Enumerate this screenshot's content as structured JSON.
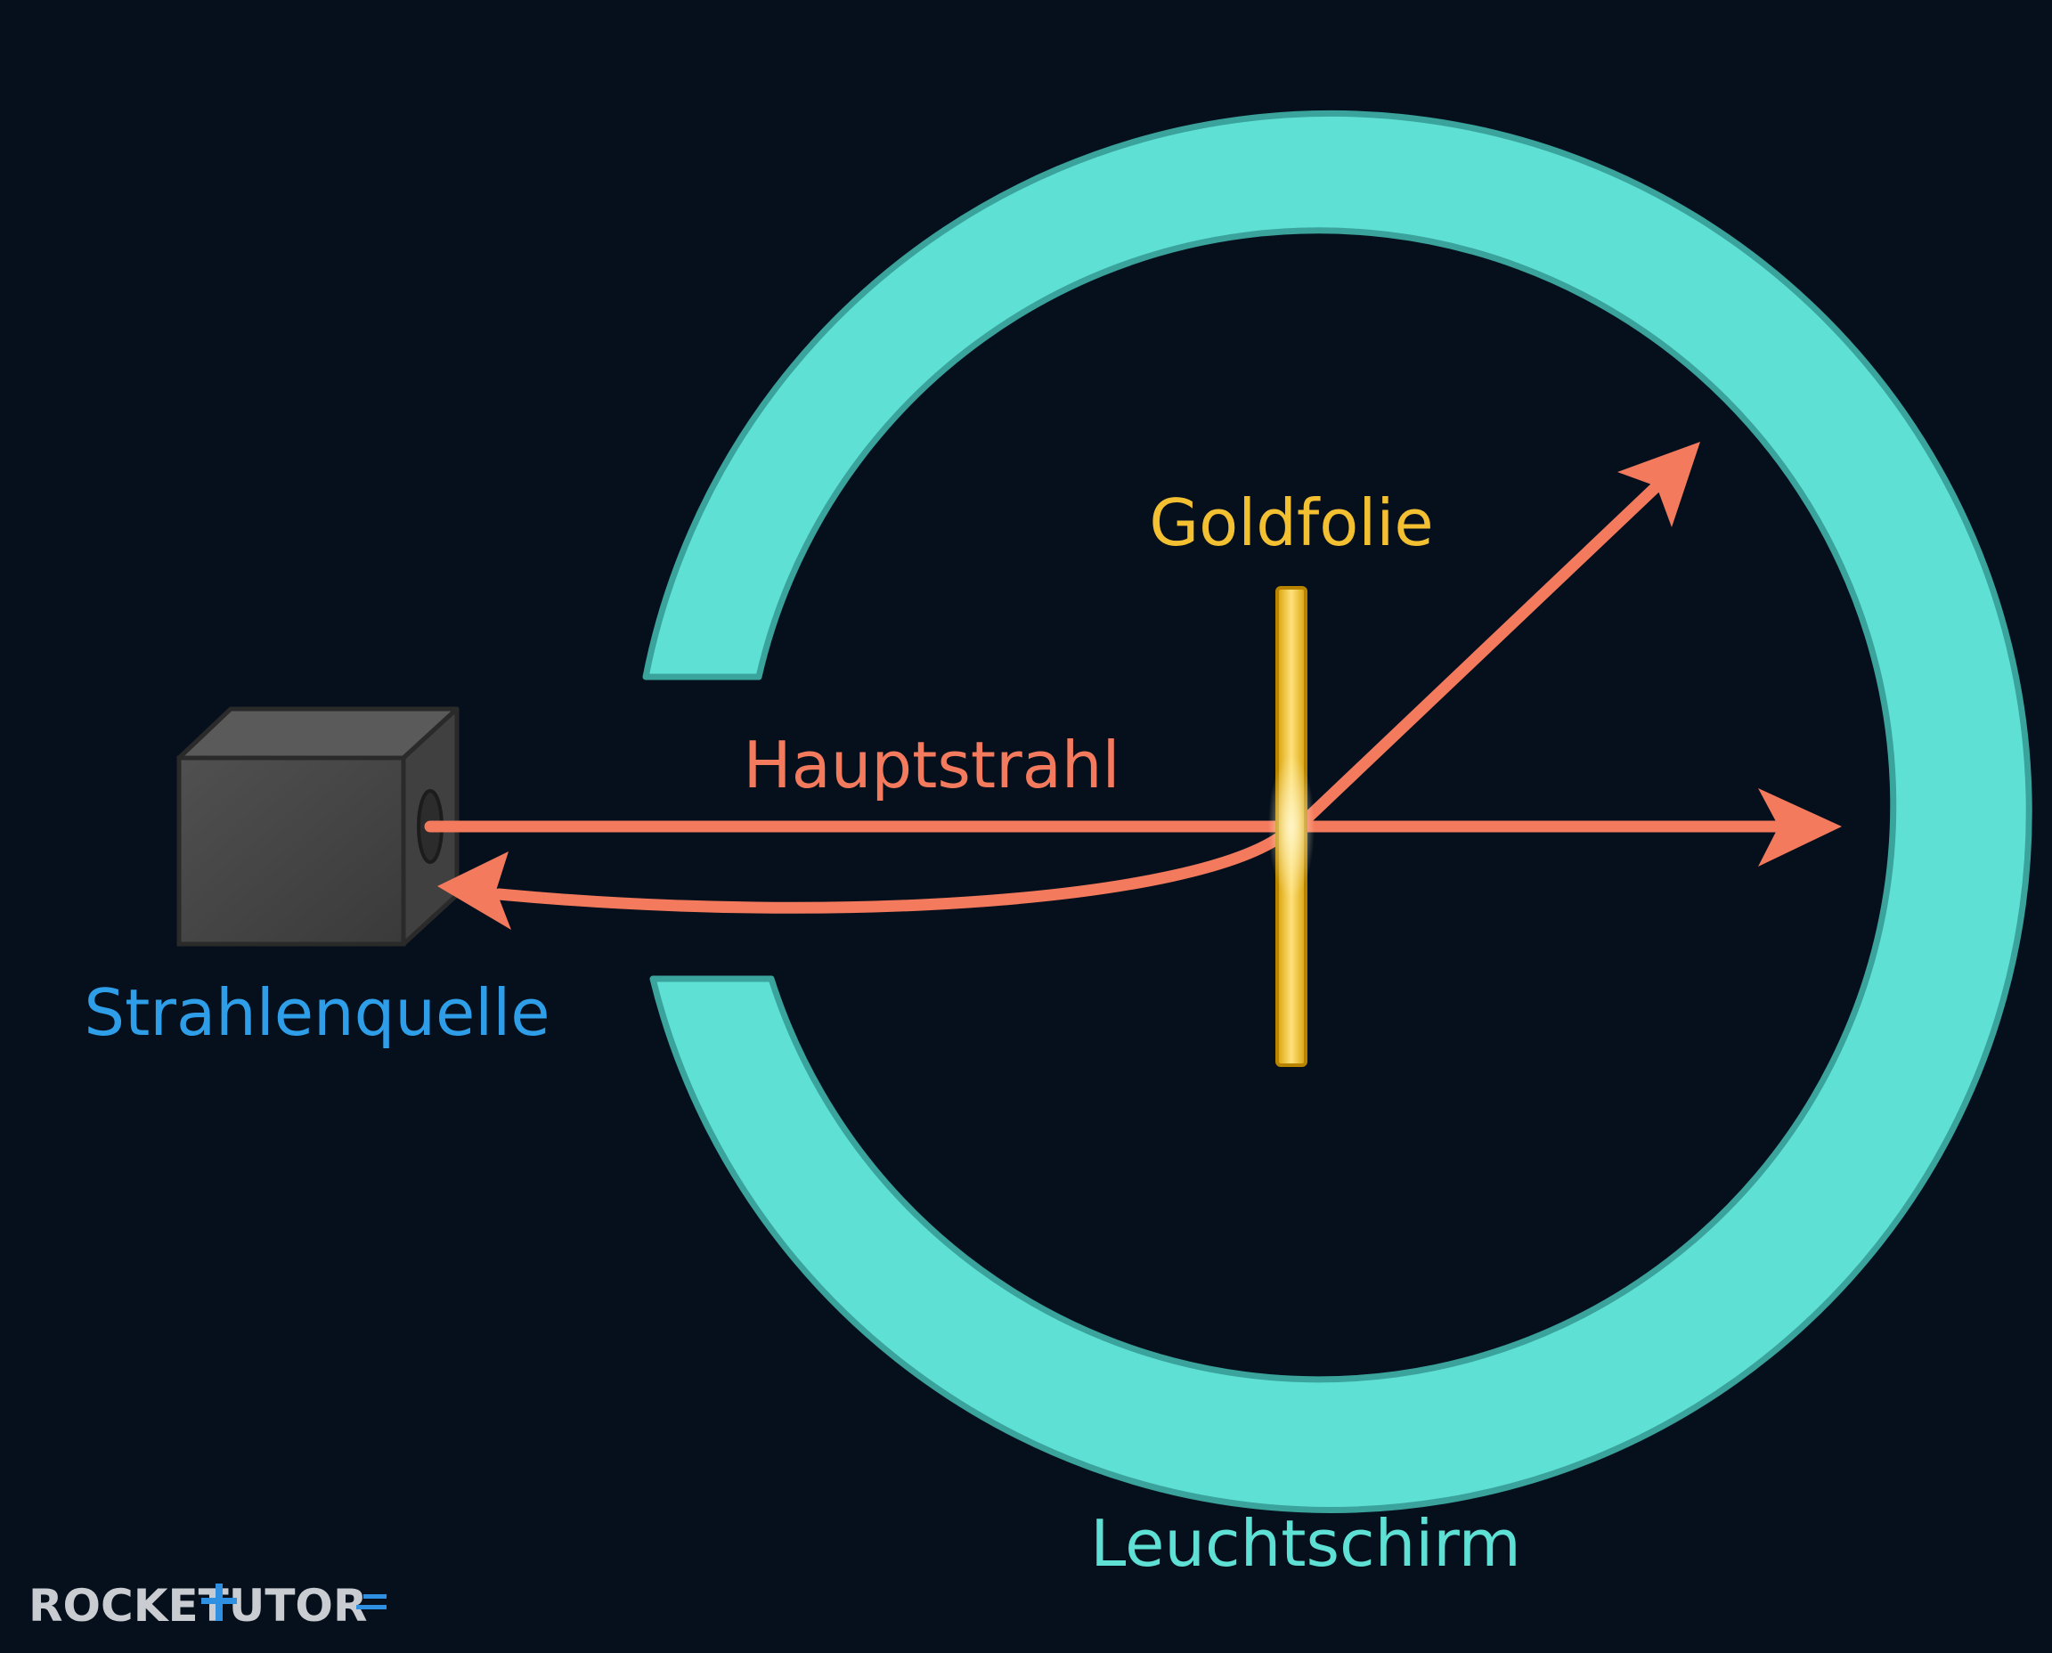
{
  "labels": {
    "gold_foil": "Goldfolie",
    "main_beam": "Hauptstrahl",
    "source": "Strahlenquelle",
    "screen": "Leuchtschirm"
  },
  "logo": {
    "part1": "ROCKE",
    "part2": "TUTO",
    "part3": "R"
  },
  "colors": {
    "background": "#06101c",
    "screen": "#5fe0d4",
    "screen_edge": "#3aa39c",
    "beam": "#f47a5e",
    "gold": "#f3c21d",
    "source_box": "#4a4a4a",
    "source_label": "#2f9ee8",
    "gold_label": "#f3c032",
    "logo_text": "#c9ccd1",
    "logo_accent": "#2f8fe0"
  }
}
